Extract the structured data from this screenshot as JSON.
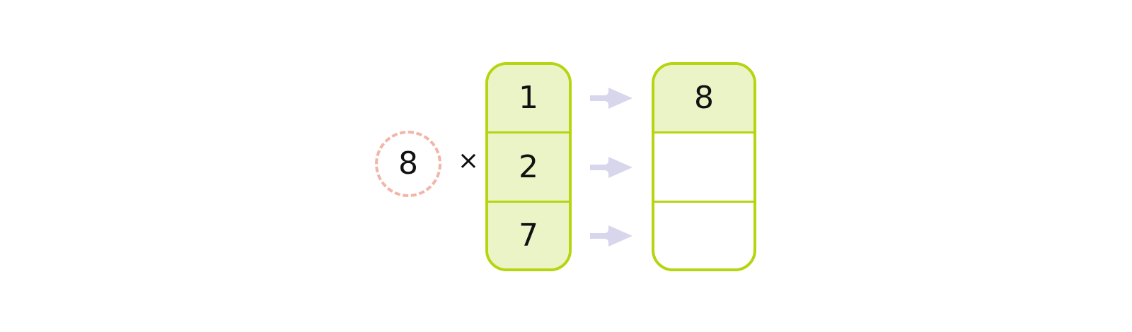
{
  "multiplier": "8",
  "operator": "×",
  "left_column": {
    "cells": [
      "1",
      "2",
      "7"
    ]
  },
  "right_column": {
    "cells": [
      "8",
      "",
      ""
    ]
  },
  "colors": {
    "column_border": "#b6d40f",
    "cell_fill": "#eaf4c6",
    "arrow": "#d8d6ec",
    "circle_dash": "#f2b5a8"
  }
}
